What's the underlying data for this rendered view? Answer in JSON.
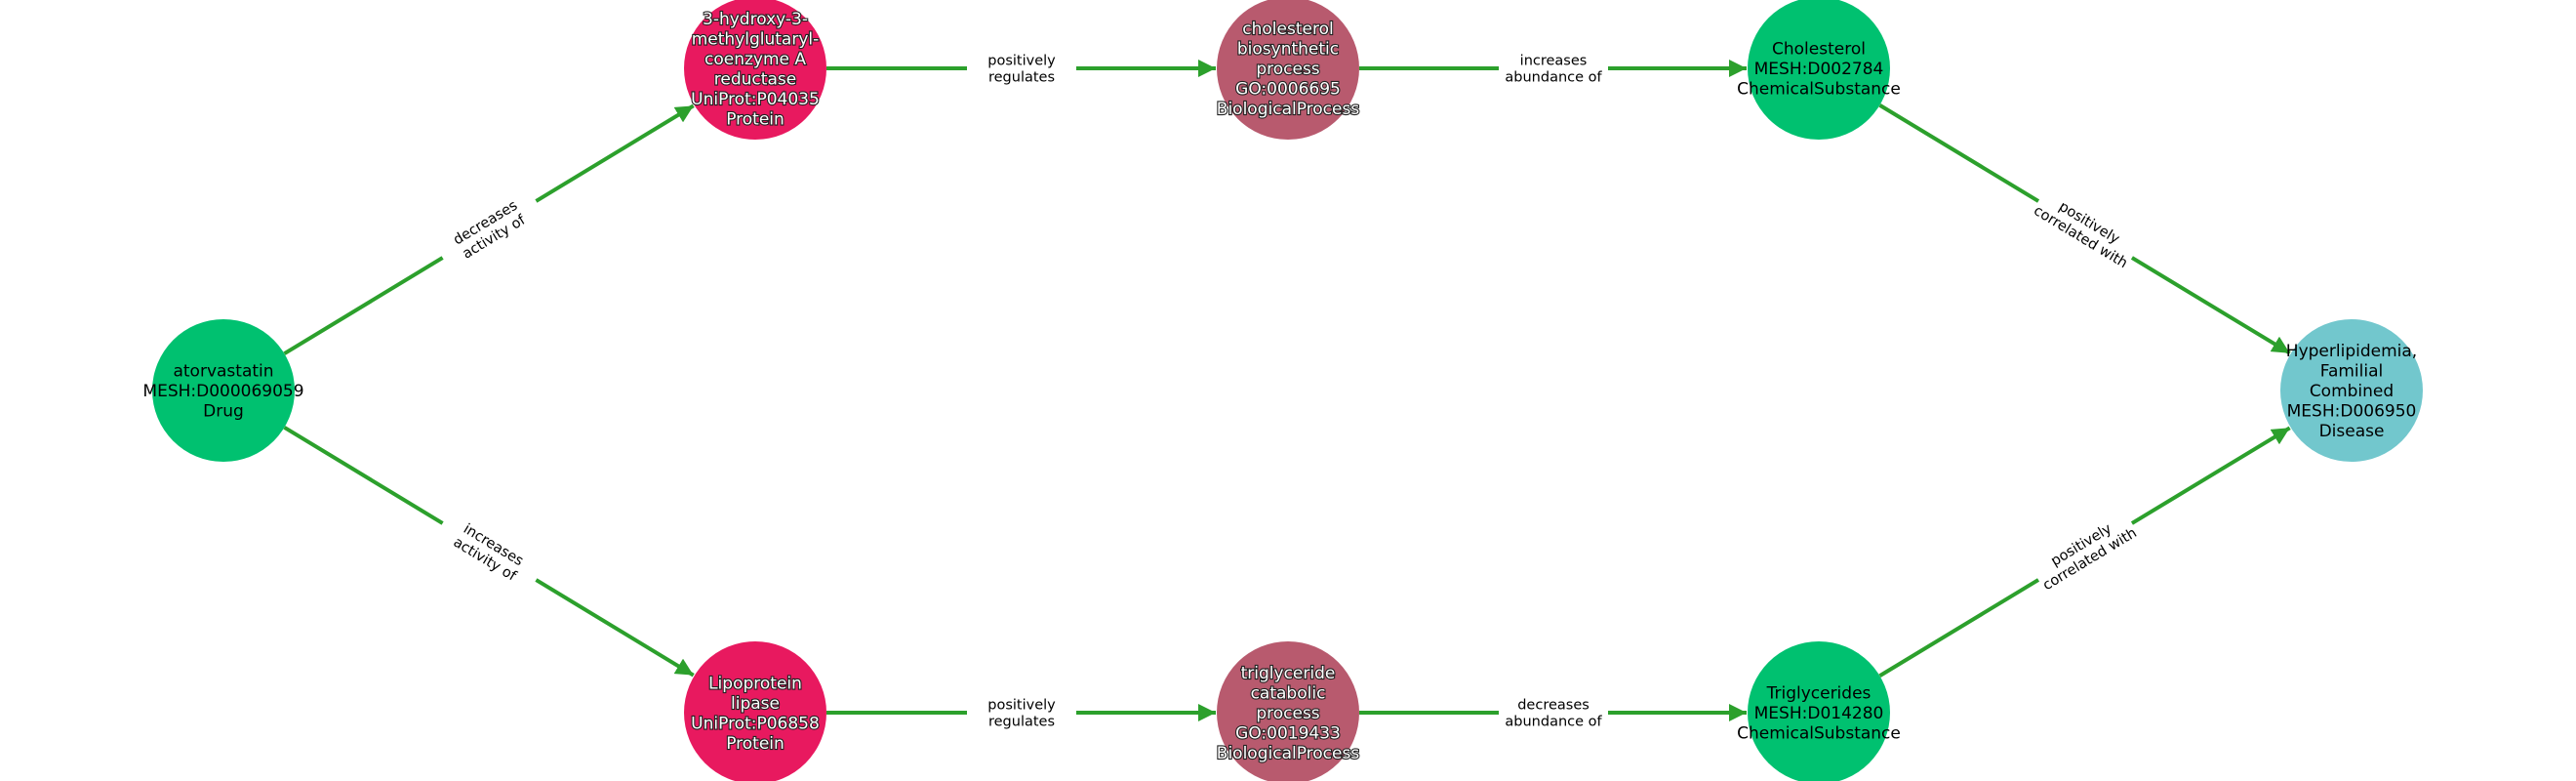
{
  "colors": {
    "edge": "#2ca02c",
    "drug": "#00c170",
    "protein": "#e8195f",
    "process": "#b85a6e",
    "chemical": "#00c170",
    "disease": "#72c7cd",
    "label_bg": "#ffffff"
  },
  "nodes": {
    "atorvastatin": {
      "lines": [
        "atorvastatin",
        "MESH:D000069059",
        "Drug"
      ],
      "type": "drug",
      "text_style": "dark"
    },
    "hmgcr": {
      "lines": [
        "3-hydroxy-3-",
        "methylglutaryl-",
        "coenzyme A",
        "reductase",
        "UniProt:P04035",
        "Protein"
      ],
      "type": "protein",
      "text_style": "light"
    },
    "lpl": {
      "lines": [
        "Lipoprotein",
        "lipase",
        "UniProt:P06858",
        "Protein"
      ],
      "type": "protein",
      "text_style": "light"
    },
    "chol_bio": {
      "lines": [
        "cholesterol",
        "biosynthetic",
        "process",
        "GO:0006695",
        "BiologicalProcess"
      ],
      "type": "process",
      "text_style": "light"
    },
    "tg_cat": {
      "lines": [
        "triglyceride",
        "catabolic",
        "process",
        "GO:0019433",
        "BiologicalProcess"
      ],
      "type": "process",
      "text_style": "light"
    },
    "cholesterol": {
      "lines": [
        "Cholesterol",
        "MESH:D002784",
        "ChemicalSubstance"
      ],
      "type": "chemical",
      "text_style": "dark"
    },
    "triglycerides": {
      "lines": [
        "Triglycerides",
        "MESH:D014280",
        "ChemicalSubstance"
      ],
      "type": "chemical",
      "text_style": "dark"
    },
    "hyperlipidemia": {
      "lines": [
        "Hyperlipidemia,",
        "Familial",
        "Combined",
        "MESH:D006950",
        "Disease"
      ],
      "type": "disease",
      "text_style": "dark"
    }
  },
  "edges": [
    {
      "source": "atorvastatin",
      "target": "hmgcr",
      "label": [
        "decreases",
        "activity of"
      ]
    },
    {
      "source": "atorvastatin",
      "target": "lpl",
      "label": [
        "increases",
        "activity of"
      ]
    },
    {
      "source": "hmgcr",
      "target": "chol_bio",
      "label": [
        "positively",
        "regulates"
      ]
    },
    {
      "source": "lpl",
      "target": "tg_cat",
      "label": [
        "positively",
        "regulates"
      ]
    },
    {
      "source": "chol_bio",
      "target": "cholesterol",
      "label": [
        "increases",
        "abundance of"
      ]
    },
    {
      "source": "tg_cat",
      "target": "triglycerides",
      "label": [
        "decreases",
        "abundance of"
      ]
    },
    {
      "source": "cholesterol",
      "target": "hyperlipidemia",
      "label": [
        "positively",
        "correlated with"
      ]
    },
    {
      "source": "triglycerides",
      "target": "hyperlipidemia",
      "label": [
        "positively",
        "correlated with"
      ]
    }
  ]
}
